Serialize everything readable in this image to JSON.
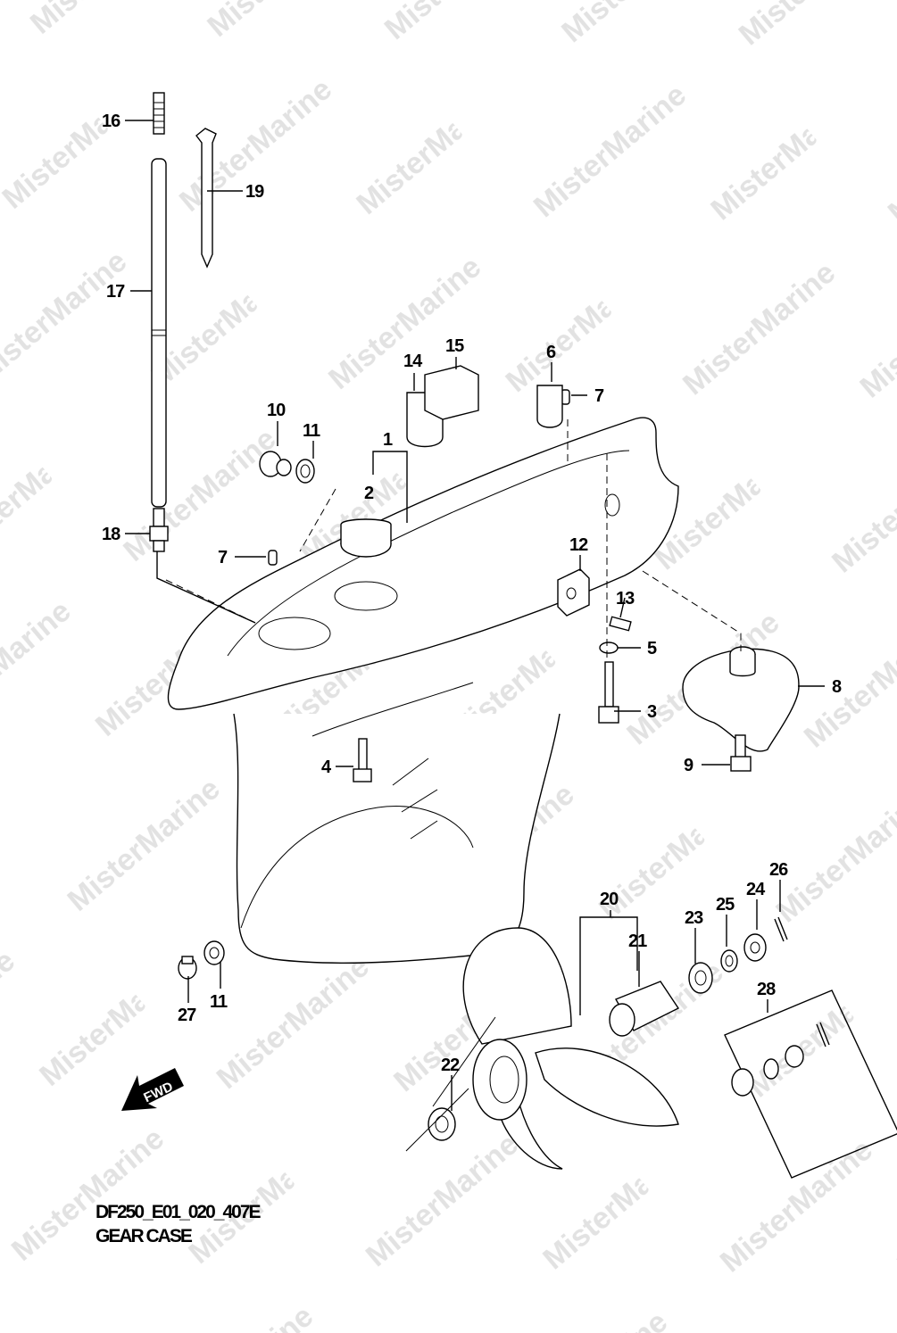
{
  "watermark": "MisterMarine",
  "diagram": {
    "code": "DF250_E01_020_407E",
    "title": "GEAR CASE",
    "fwd_label": "FWD"
  },
  "callouts": {
    "c1": "1",
    "c2": "2",
    "c3": "3",
    "c4": "4",
    "c5": "5",
    "c6": "6",
    "c7a": "7",
    "c7b": "7",
    "c8": "8",
    "c9": "9",
    "c10": "10",
    "c11a": "11",
    "c11b": "11",
    "c12": "12",
    "c13": "13",
    "c14": "14",
    "c15": "15",
    "c16": "16",
    "c17": "17",
    "c18": "18",
    "c19": "19",
    "c20": "20",
    "c21": "21",
    "c22": "22",
    "c23": "23",
    "c24": "24",
    "c25": "25",
    "c26": "26",
    "c27": "27",
    "c28": "28"
  }
}
